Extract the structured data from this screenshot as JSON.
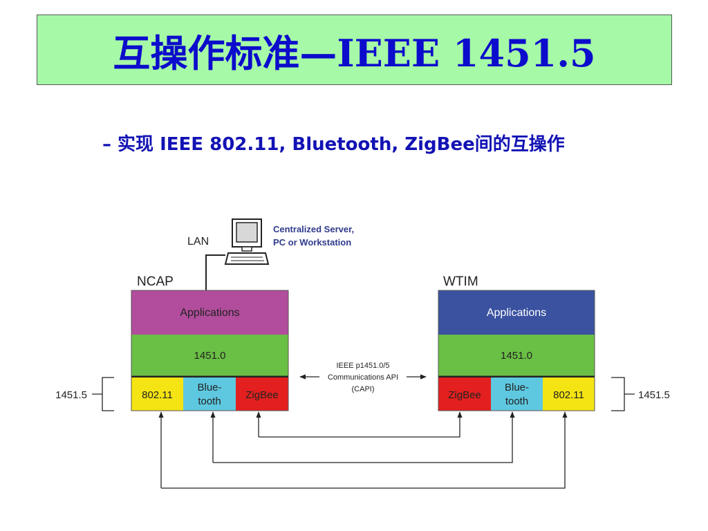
{
  "slide": {
    "title": "互操作标准—IEEE 1451.5",
    "bullet": "– 实现 IEEE 802.11, Bluetooth, ZigBee间的互操作"
  },
  "diagram": {
    "server_label_1": "Centralized Server,",
    "server_label_2": "PC or Workstation",
    "lan_label": "LAN",
    "ncap": {
      "label": "NCAP",
      "applications": "Applications",
      "layer": "1451.0",
      "radios": {
        "wifi": "802.11",
        "bt_1": "Blue-",
        "bt_2": "tooth",
        "zigbee": "ZigBee"
      }
    },
    "wtim": {
      "label": "WTIM",
      "applications": "Applications",
      "layer": "1451.0",
      "radios": {
        "zigbee": "ZigBee",
        "bt_1": "Blue-",
        "bt_2": "tooth",
        "wifi": "802.11"
      }
    },
    "capi_1": "IEEE p1451.0/5",
    "capi_2": "Communications API",
    "capi_3": "(CAPI)",
    "bracket_left": "1451.5",
    "bracket_right": "1451.5"
  },
  "colors": {
    "title_bg": "#a6f9a6",
    "title_text": "#0c0ccc",
    "bullet_text": "#1212b4",
    "ncap_apps": "#b14d9c",
    "wtim_apps": "#3a52a0",
    "layer_1451": "#6abf45",
    "wifi": "#f4e413",
    "bluetooth": "#5ec8e0",
    "zigbee": "#e3201f",
    "server_text": "#2f3a8c"
  }
}
